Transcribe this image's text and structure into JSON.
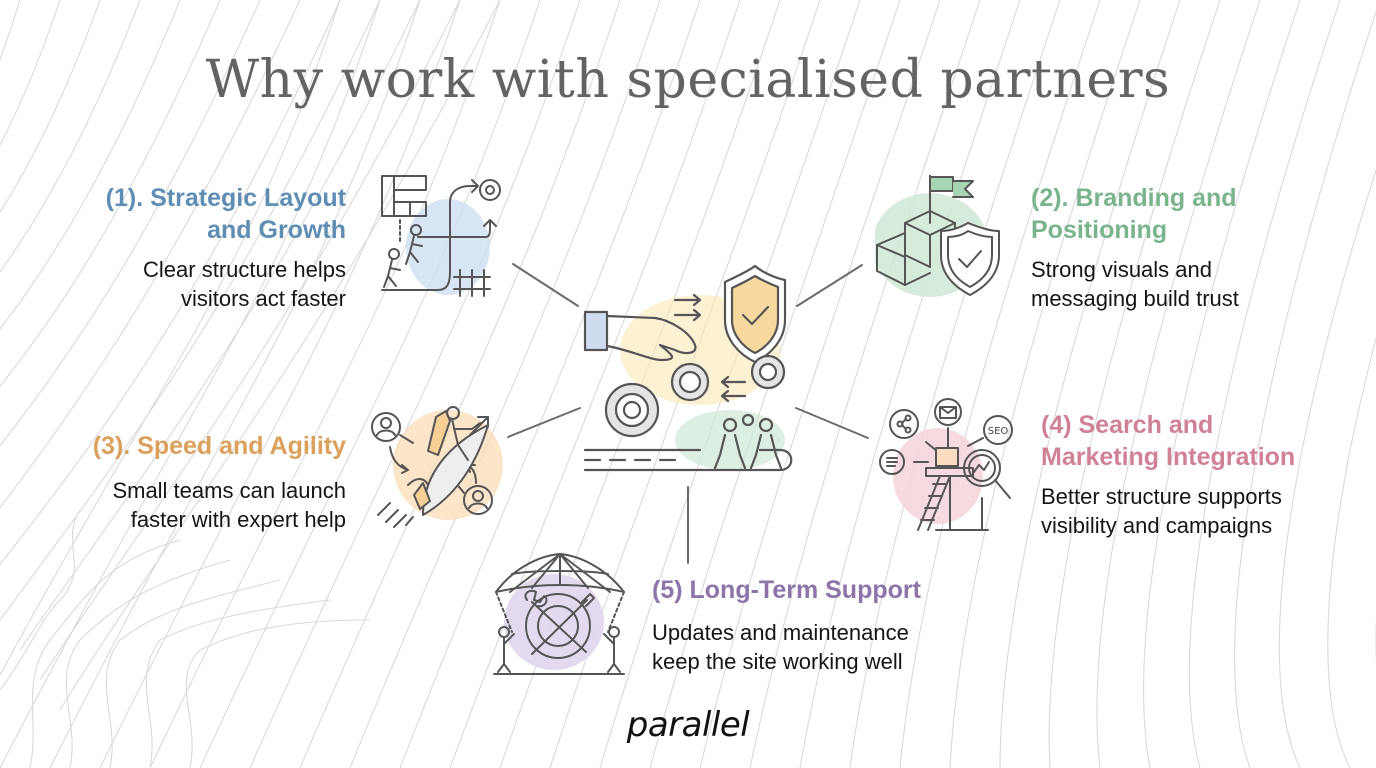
{
  "title": "Why work with specialised partners",
  "colors": {
    "title": "#636363",
    "step1": "#5f8db4",
    "step2": "#79b48c",
    "step3": "#dba05c",
    "step4": "#d18196",
    "step5": "#8d74a9",
    "line": "#6b6b6b",
    "icon_stroke": "#555555"
  },
  "center": {
    "icon": "handshake-shield-gears-team-icon"
  },
  "steps": [
    {
      "number": "(1).",
      "heading_line1": "(1). Strategic Layout",
      "heading_line2": "and Growth",
      "desc_line1": "Clear structure helps",
      "desc_line2": "visitors act faster",
      "icon": "layout-growth-path-icon"
    },
    {
      "number": "(2).",
      "heading_line1": "(2). Branding and",
      "heading_line2": "Positioning",
      "desc_line1": "Strong visuals and",
      "desc_line2": "messaging build trust",
      "icon": "brand-cube-shield-flag-icon"
    },
    {
      "number": "(3).",
      "heading_line1": "(3). Speed and Agility",
      "desc_line1": "Small teams can launch",
      "desc_line2": "faster with expert help",
      "icon": "rocket-team-icon"
    },
    {
      "number": "(4)",
      "heading_line1": "(4) Search and",
      "heading_line2": "Marketing Integration",
      "desc_line1": "Better structure supports",
      "desc_line2": "visibility and campaigns",
      "icon": "seo-marketing-ladder-icon",
      "icon_labels": [
        "SEO"
      ]
    },
    {
      "number": "(5)",
      "heading_line1": "(5) Long-Term Support",
      "desc_line1": "Updates and maintenance",
      "desc_line2": "keep the site working well",
      "icon": "umbrella-tools-support-icon"
    }
  ],
  "logo": "parallel"
}
